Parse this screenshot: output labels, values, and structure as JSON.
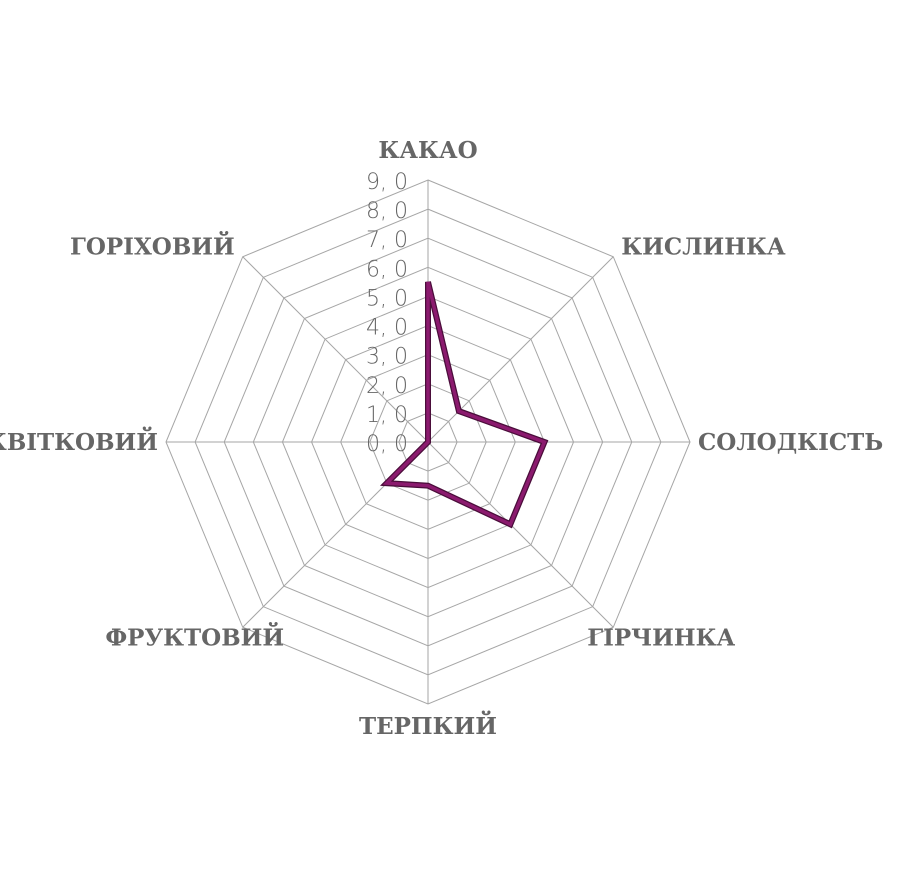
{
  "chart_data": {
    "type": "radar",
    "title": "",
    "categories": [
      "КАКАО",
      "КИСЛИНКА",
      "СОЛОДКІСТЬ",
      "ГІРЧИНКА",
      "ТЕРПКИЙ",
      "ФРУКТОВИЙ",
      "КВІТКОВИЙ",
      "ГОРІХОВИЙ"
    ],
    "series": [
      {
        "name": "",
        "values": [
          5.5,
          1.5,
          4.0,
          4.0,
          1.5,
          2.0,
          0.0,
          0.0
        ],
        "color": "#8b1a6e"
      }
    ],
    "rlim": [
      0,
      9
    ],
    "ticks": [
      "0, 0",
      "1, 0",
      "2, 0",
      "3, 0",
      "4, 0",
      "5, 0",
      "6, 0",
      "7, 0",
      "8, 0",
      "9, 0"
    ],
    "grid": true,
    "legend": "none"
  }
}
